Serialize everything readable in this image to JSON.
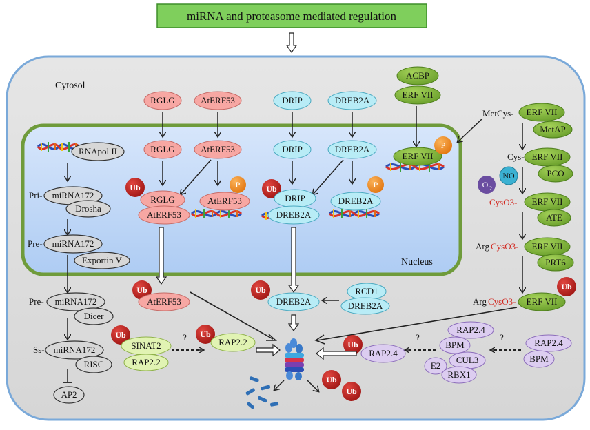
{
  "title": "miRNA and proteasome mediated regulation",
  "regions": {
    "cytosol": "Cytosol",
    "nucleus": "Nucleus"
  },
  "labels": {
    "rnapol": "RNApol II",
    "pri": "Pri-",
    "mirna172": "miRNA172",
    "drosha": "Drosha",
    "pre": "Pre-",
    "exportin": "Exportin V",
    "pre2": "Pre-",
    "dicer": "Dicer",
    "ss": "Ss-",
    "risc": "RISC",
    "ap2": "AP2",
    "rglg": "RGLG",
    "aterf53": "AtERF53",
    "drip": "DRIP",
    "dreb2a": "DREB2A",
    "acbp": "ACBP",
    "erfvii": "ERF VII",
    "metcys": "MetCys-",
    "metap": "MetAP",
    "cys": "Cys-",
    "pco": "PCO",
    "o2": "O",
    "o2sub": "2",
    "no": "NO",
    "cyso3": "CysO3-",
    "ate": "ATE",
    "arg": "Arg",
    "prt6": "PRT6",
    "rcd1": "RCD1",
    "sinat2": "SINAT2",
    "rap22": "RAP2.2",
    "rap24": "RAP2.4",
    "bpm": "BPM",
    "cul3": "CUL3",
    "e2": "E2",
    "rbx1": "RBX1",
    "ub": "Ub",
    "p": "P",
    "q": "?"
  },
  "colors": {
    "red_protein": "#f7a7a3",
    "blue_protein": "#b8ecf6",
    "green_protein": "#7fb53a",
    "lightgreen_protein": "#e1f3b3",
    "purple_protein": "#dccdf0",
    "grey_protein": "#d7d7d7",
    "ub": "#c0211f",
    "phosphate": "#f08a16",
    "title_box": "#7fcf5c",
    "nucleus_border": "#6f9b3b",
    "cell_border": "#7aa9d9"
  }
}
